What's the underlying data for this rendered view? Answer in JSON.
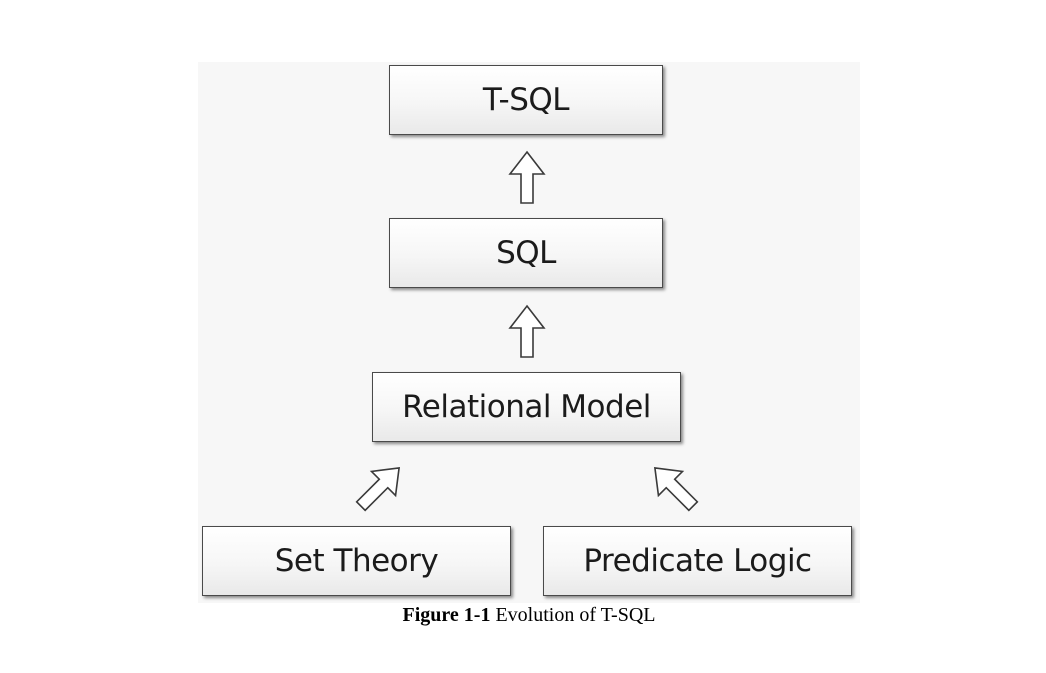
{
  "diagram": {
    "nodes": {
      "tsql": "T-SQL",
      "sql": "SQL",
      "relational_model": "Relational Model",
      "set_theory": "Set Theory",
      "predicate_logic": "Predicate Logic"
    },
    "edges": [
      {
        "from": "sql",
        "to": "tsql"
      },
      {
        "from": "relational_model",
        "to": "sql"
      },
      {
        "from": "set_theory",
        "to": "relational_model"
      },
      {
        "from": "predicate_logic",
        "to": "relational_model"
      }
    ]
  },
  "caption": {
    "label": "Figure 1-1",
    "text": " Evolution of T-SQL"
  }
}
